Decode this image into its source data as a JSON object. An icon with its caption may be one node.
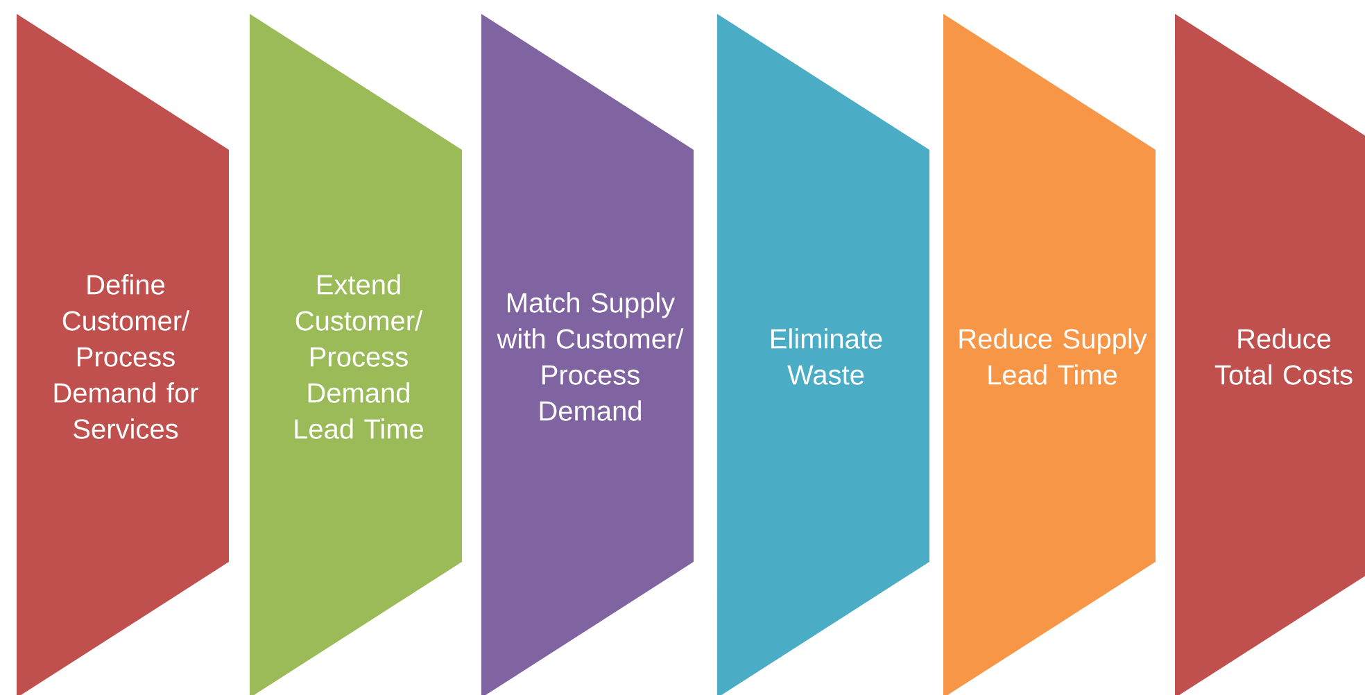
{
  "diagram": {
    "nodes": [
      {
        "text": [
          "Define Customer/ Process Demand for Services"
        ]
      },
      {
        "text": [
          "Extend Customer/ Process Demand Lead Time"
        ]
      },
      {
        "text": [
          "Match Supply with Customer/ Process Demand"
        ]
      },
      {
        "text": [
          "Eliminate Waste"
        ]
      },
      {
        "text": [
          "Reduce Supply Lead Time"
        ]
      },
      {
        "text": [
          "Reduce Total Costs"
        ]
      }
    ]
  }
}
